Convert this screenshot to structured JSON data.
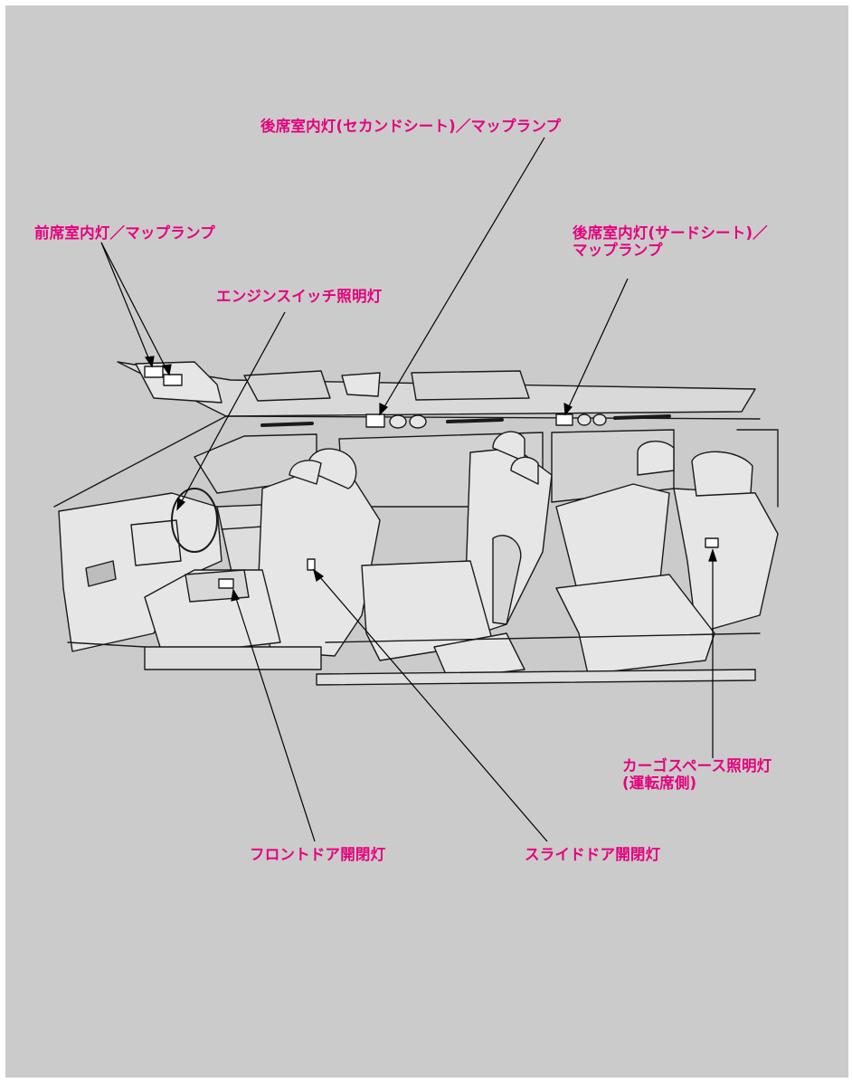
{
  "colors": {
    "background": "#cbcbcb",
    "label_text": "#e6007e",
    "line_art": "#1a1a1a",
    "line_fill": "#e6e6e6"
  },
  "callouts": {
    "rear_light_second": {
      "text": "後席室内灯(セカンドシート)／マップランプ"
    },
    "front_light": {
      "text": "前席室内灯／マップランプ"
    },
    "rear_light_third": {
      "line1": "後席室内灯(サードシート)／",
      "line2": "マップランプ"
    },
    "engine_switch_light": {
      "text": "エンジンスイッチ照明灯"
    },
    "cargo_light": {
      "line1": "カーゴスペース照明灯",
      "line2": "(運転席側)"
    },
    "front_door_light": {
      "text": "フロントドア開閉灯"
    },
    "slide_door_light": {
      "text": "スライドドア開閉灯"
    }
  }
}
